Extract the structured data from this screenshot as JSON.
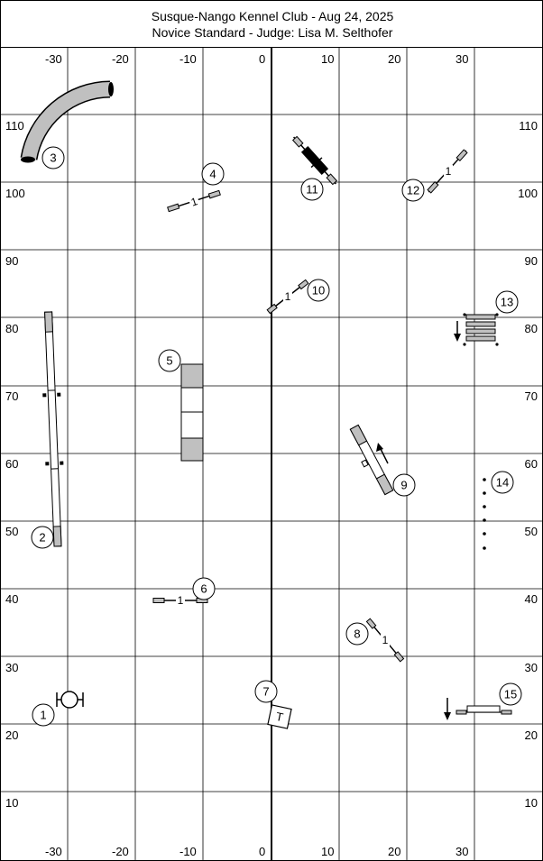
{
  "header": {
    "line1": "Susque-Nango Kennel Club - Aug 24, 2025",
    "line2": "Novice Standard - Judge: Lisa M. Selthofer"
  },
  "axes": {
    "x_top": [
      "-30",
      "-20",
      "-10",
      "0",
      "10",
      "20",
      "30"
    ],
    "x_bottom": [
      "-30",
      "-20",
      "-10",
      "0",
      "10",
      "20",
      "30"
    ],
    "y_left": [
      "110",
      "100",
      "90",
      "80",
      "70",
      "60",
      "50",
      "40",
      "30",
      "20",
      "10"
    ],
    "y_right": [
      "110",
      "100",
      "90",
      "80",
      "70",
      "60",
      "50",
      "40",
      "30",
      "20",
      "10"
    ]
  },
  "obstacles": [
    {
      "number": "1",
      "type": "tire"
    },
    {
      "number": "2",
      "type": "dogwalk"
    },
    {
      "number": "3",
      "type": "tunnel"
    },
    {
      "number": "4",
      "type": "jump",
      "label": "1"
    },
    {
      "number": "5",
      "type": "aframe"
    },
    {
      "number": "6",
      "type": "jump",
      "label": "1"
    },
    {
      "number": "7",
      "type": "table",
      "label": "T"
    },
    {
      "number": "8",
      "type": "jump",
      "label": "1"
    },
    {
      "number": "9",
      "type": "teeter"
    },
    {
      "number": "10",
      "type": "jump",
      "label": "1"
    },
    {
      "number": "11",
      "type": "jump-wing"
    },
    {
      "number": "12",
      "type": "jump",
      "label": "1"
    },
    {
      "number": "13",
      "type": "panel-jump"
    },
    {
      "number": "14",
      "type": "weave-poles"
    },
    {
      "number": "15",
      "type": "broad-jump"
    }
  ],
  "colors": {
    "contact": "#c0c0c0",
    "line": "#000000",
    "grid": "#000000"
  }
}
